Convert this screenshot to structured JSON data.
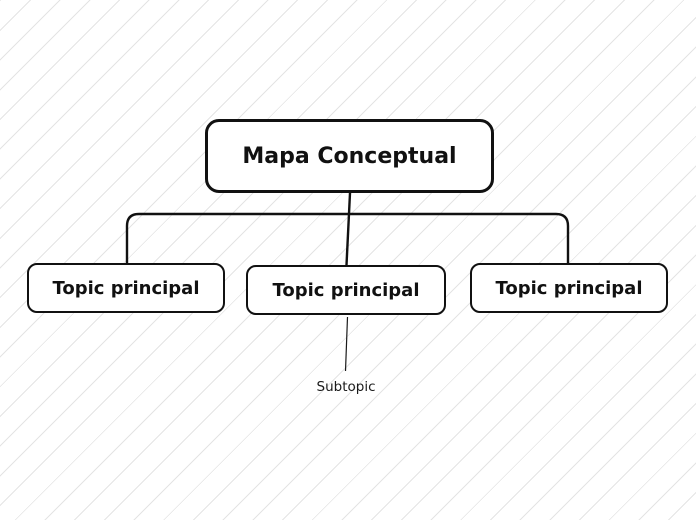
{
  "diagram": {
    "type": "mindmap",
    "root": {
      "label": "Mapa Conceptual"
    },
    "children": [
      {
        "label": "Topic principal",
        "subtopics": []
      },
      {
        "label": "Topic principal",
        "subtopics": [
          {
            "label": "Subtopic"
          }
        ]
      },
      {
        "label": "Topic principal",
        "subtopics": []
      }
    ],
    "colors": {
      "node_border": "#111111",
      "node_fill": "#ffffff",
      "connector": "#111111",
      "text": "#111111",
      "background": "#ffffff",
      "background_hatch": "#e4e4e4"
    }
  }
}
